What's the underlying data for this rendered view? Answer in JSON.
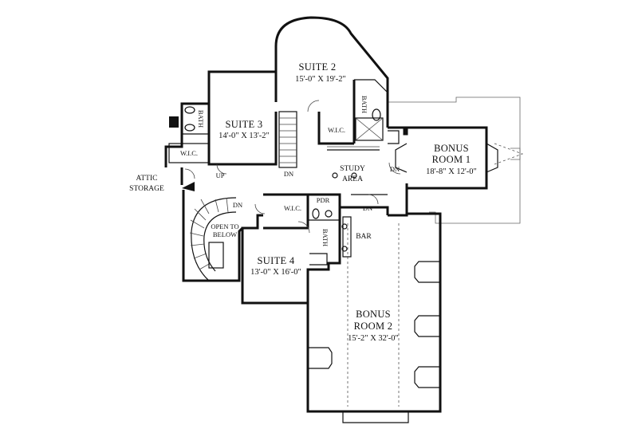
{
  "rooms": {
    "suite2": {
      "name": "SUITE 2",
      "dims": "15'-0\" X 19'-2\""
    },
    "suite3": {
      "name": "SUITE 3",
      "dims": "14'-0\" X 13'-2\""
    },
    "suite4": {
      "name": "SUITE 4",
      "dims": "13'-0\" X 16'-0\""
    },
    "bonus1": {
      "name_line1": "BONUS",
      "name_line2": "ROOM 1",
      "dims": "18'-8\" X 12'-0\""
    },
    "bonus2": {
      "name_line1": "BONUS",
      "name_line2": "ROOM 2",
      "dims": "15'-2\" X 32'-0\""
    },
    "study": {
      "line1": "STUDY",
      "line2": "AREA"
    },
    "attic": {
      "line1": "ATTIC",
      "line2": "STORAGE"
    },
    "open_below": {
      "line1": "OPEN TO",
      "line2": "BELOW"
    }
  },
  "small_labels": {
    "bath": "BATH",
    "wic": "W.I.C.",
    "pdr": "PDR",
    "bar": "BAR",
    "up": "UP",
    "dn": "DN"
  }
}
